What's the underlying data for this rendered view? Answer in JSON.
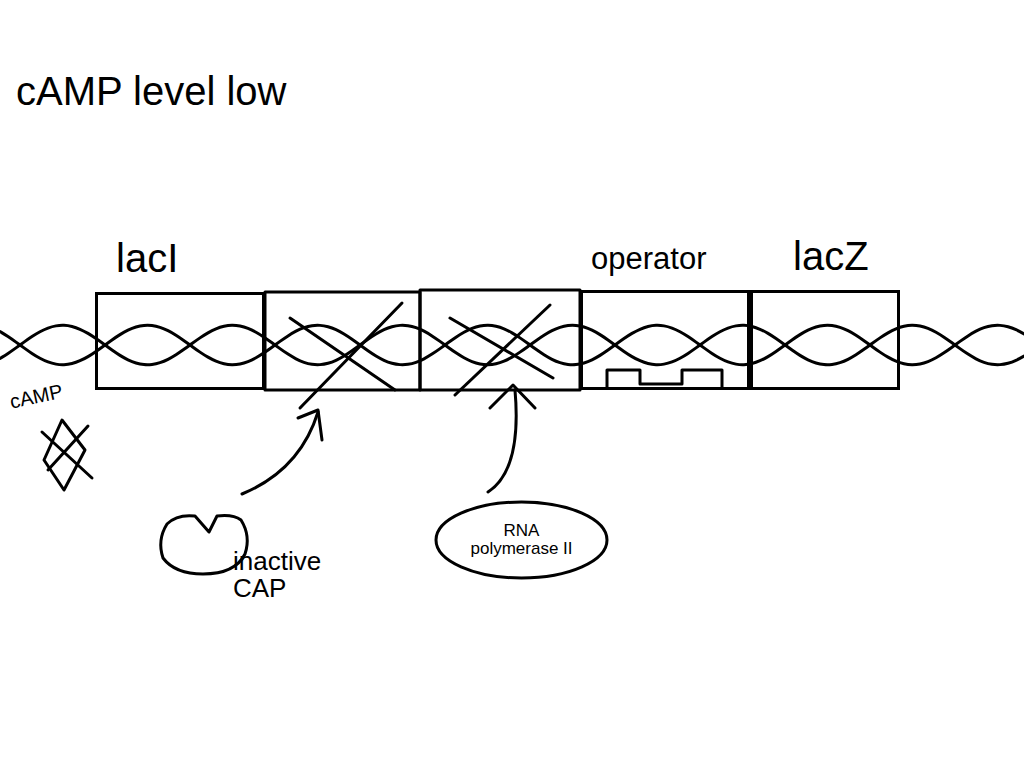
{
  "diagram": {
    "title": "cAMP level low",
    "nodes": [
      {
        "text": [
          "lacI"
        ]
      },
      {
        "text": [
          "operator"
        ]
      },
      {
        "text": [
          "lacZ"
        ]
      },
      {
        "text": [
          "inactive CAP"
        ]
      },
      {
        "text": [
          "RNA polymerase II"
        ]
      }
    ],
    "labels": [
      "cAMP"
    ]
  }
}
